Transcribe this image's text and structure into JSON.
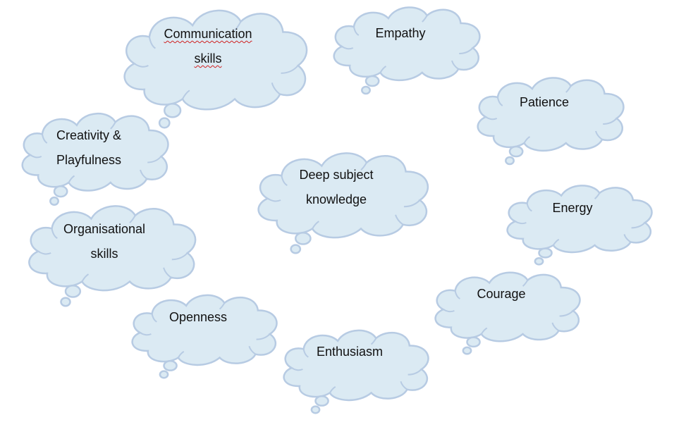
{
  "clouds": [
    {
      "lines": [
        "Communication",
        "skills"
      ],
      "spellcheck_flagged": true
    },
    {
      "lines": [
        "Empathy"
      ]
    },
    {
      "lines": [
        "Patience"
      ]
    },
    {
      "lines": [
        "Creativity &",
        "Playfulness"
      ]
    },
    {
      "lines": [
        "Deep subject",
        "knowledge"
      ]
    },
    {
      "lines": [
        "Energy"
      ]
    },
    {
      "lines": [
        "Organisational",
        "skills"
      ]
    },
    {
      "lines": [
        "Courage"
      ]
    },
    {
      "lines": [
        "Openness"
      ]
    },
    {
      "lines": [
        "Enthusiasm"
      ]
    }
  ],
  "colors": {
    "fill": "#dbeaf3",
    "stroke": "#b7cbe3",
    "text": "#111111",
    "spellcheck": "#d02020"
  }
}
